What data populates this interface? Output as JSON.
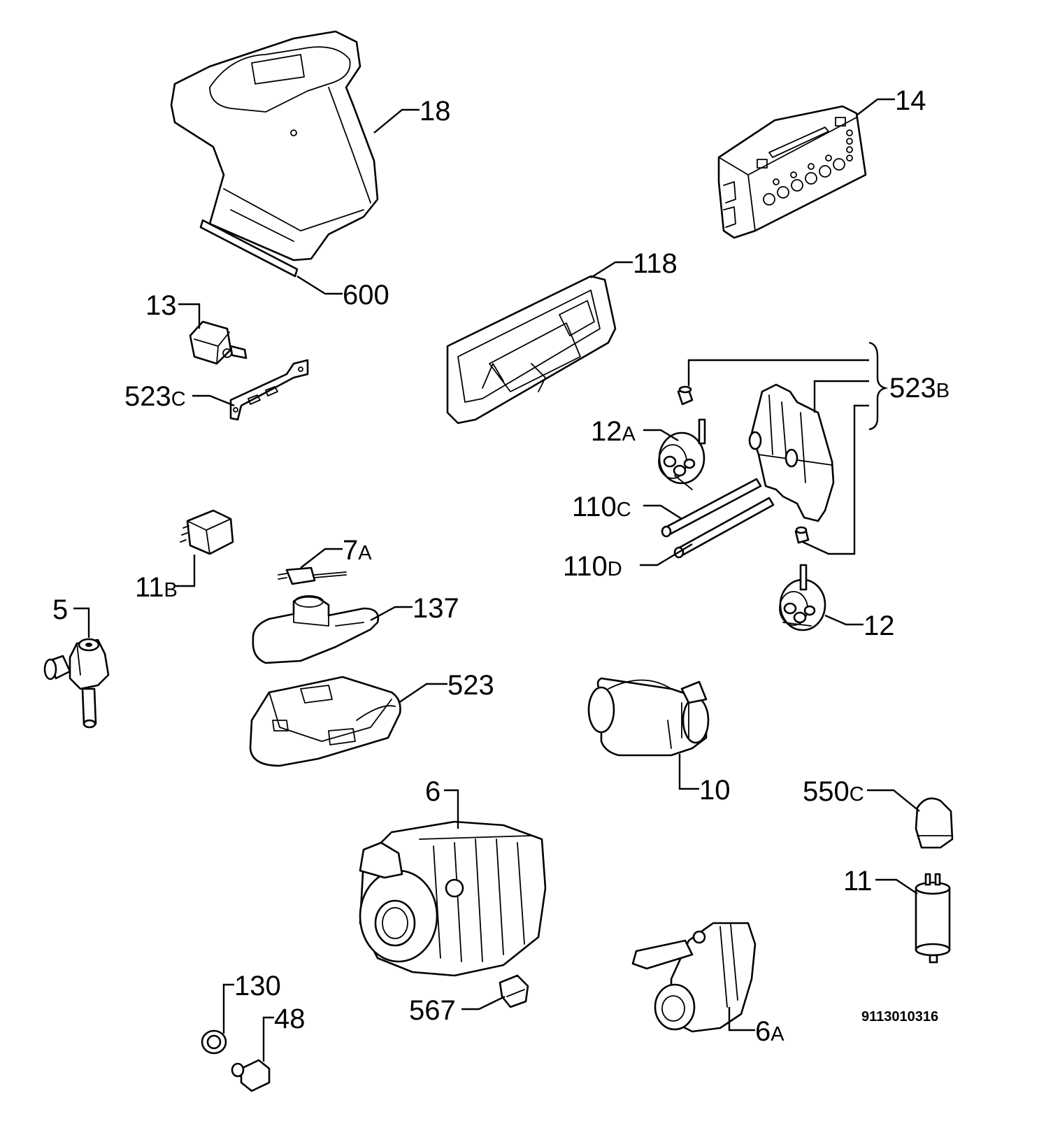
{
  "labels": {
    "p18": "18",
    "p14": "14",
    "p600": "600",
    "p118": "118",
    "p13": "13",
    "p523c_num": "523",
    "p523c_sfx": "C",
    "p523b_num": "523",
    "p523b_sfx": "B",
    "p12a_num": "12",
    "p12a_sfx": "A",
    "p110c_num": "110",
    "p110c_sfx": "C",
    "p110d_num": "110",
    "p110d_sfx": "D",
    "p11b_num": "11",
    "p11b_sfx": "B",
    "p7a_num": "7",
    "p7a_sfx": "A",
    "p5": "5",
    "p137": "137",
    "p12": "12",
    "p523": "523",
    "p10": "10",
    "p6": "6",
    "p550c_num": "550",
    "p550c_sfx": "C",
    "p11": "11",
    "p130": "130",
    "p48": "48",
    "p567": "567",
    "p6a_num": "6",
    "p6a_sfx": "A"
  },
  "document_number": "9113010316"
}
